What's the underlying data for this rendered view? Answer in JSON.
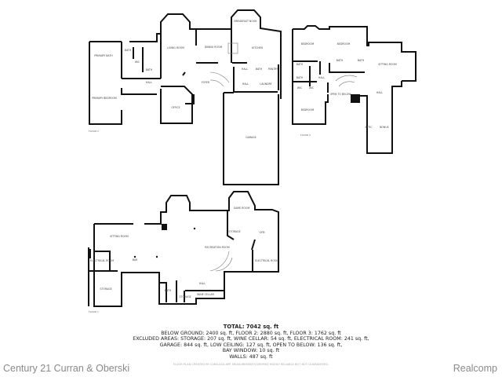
{
  "floors": [
    {
      "label": "FLOOR 2",
      "rooms": [
        "PRIMARY BATH",
        "BATH",
        "WIC",
        "BATH",
        "HALL",
        "PRIMARY BEDROOM",
        "LIVING ROOM",
        "DINING ROOM",
        "BREAKFAST NOOK",
        "KITCHEN",
        "FOYER",
        "HALL",
        "PANTRY",
        "BATH",
        "HALL",
        "LAUNDRY",
        "OFFICE",
        "GARAGE"
      ]
    },
    {
      "label": "FLOOR 3",
      "rooms": [
        "BEDROOM",
        "BEDROOM",
        "BATH",
        "BATH",
        "BATH",
        "BATH",
        "WIC",
        "WIC",
        "HALL",
        "BEDROOM",
        "SITTING ROOM",
        "OPEN TO BELOW",
        "HALL",
        "BONUS",
        "ATTIC"
      ]
    },
    {
      "label": "FLOOR 1",
      "rooms": [
        "SITTING ROOM",
        "GAME ROOM",
        "STORAGE",
        "GYM",
        "ELECTRICAL ROOM",
        "BAR",
        "RECREATION ROOM",
        "ELECTRICAL ROOM",
        "STORAGE",
        "BATH",
        "STORAGE",
        "HALL",
        "WINE CELLAR"
      ]
    }
  ],
  "summary": {
    "total": "TOTAL: 7042 sq. ft",
    "line1": "BELOW GROUND: 2400 sq. ft, FLOOR 2: 2880 sq. ft, FLOOR 3: 1762 sq. ft",
    "line2": "EXCLUDED AREAS: STORAGE: 207 sq. ft, WINE CELLAR: 54 sq. ft, ELECTRICAL ROOM: 241 sq. ft,",
    "line3": "GARAGE: 844 sq. ft, LOW CEILING: 127 sq. ft, OPEN TO BELOW: 136 sq. ft,",
    "line4": "BAY WINDOW: 10 sq. ft",
    "line5": "WALLS: 487 sq. ft"
  },
  "disclaimer": "FLOOR PLAN CREATED BY CUBICASA APP. MEASUREMENTS DEEMED HIGHLY RELIABLE BUT NOT GUARANTEED.",
  "branding": {
    "left": "Century 21 Curran & Oberski",
    "right": "Realcomp"
  }
}
